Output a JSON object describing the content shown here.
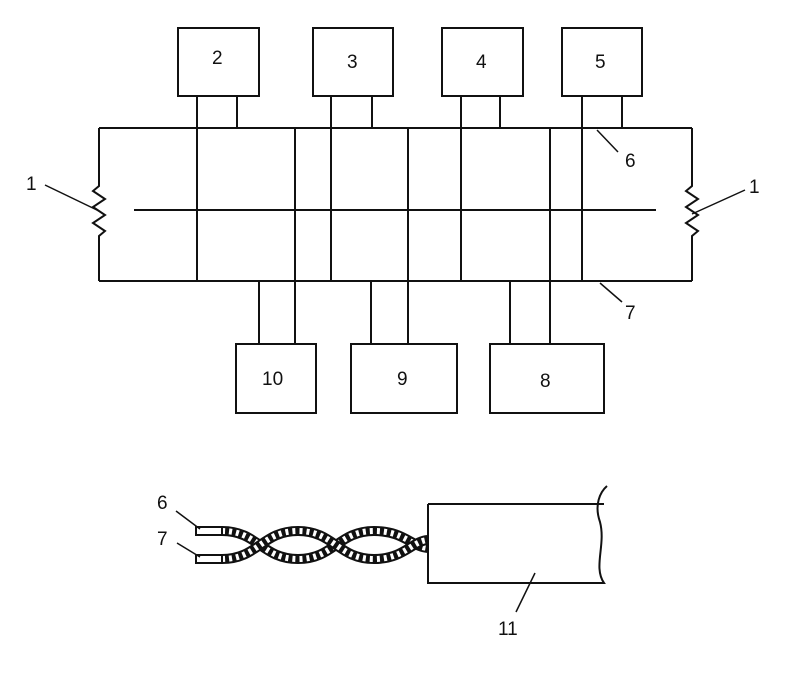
{
  "labels": {
    "resistor_left": "1",
    "resistor_right": "1",
    "box_top_1": "2",
    "box_top_2": "3",
    "box_top_3": "4",
    "box_top_4": "5",
    "wire_top": "6",
    "wire_bottom": "7",
    "box_bottom_1": "10",
    "box_bottom_2": "9",
    "box_bottom_3": "8",
    "cable_wire_a": "6",
    "cable_wire_b": "7",
    "cable_jacket": "11"
  }
}
